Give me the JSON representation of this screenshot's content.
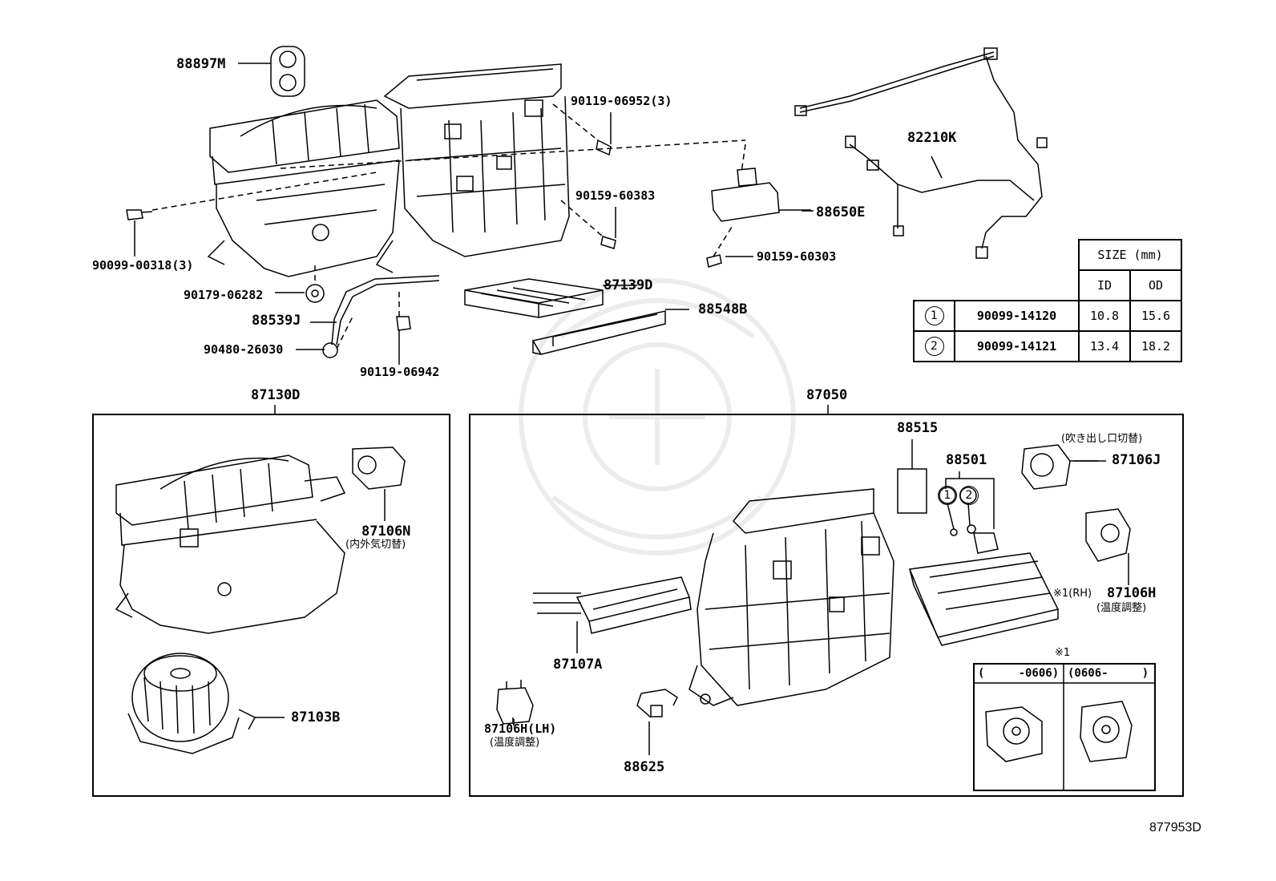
{
  "labels": {
    "p88897M": "88897M",
    "p90119_06952": "90119-06952(3)",
    "p82210K": "82210K",
    "p90159_60383": "90159-60383",
    "p88650E": "88650E",
    "p90159_60303": "90159-60303",
    "p90099_00318": "90099-00318(3)",
    "p90179_06282": "90179-06282",
    "p87139D": "87139D",
    "p88548B": "88548B",
    "p88539J": "88539J",
    "p90480_26030": "90480-26030",
    "p90119_06942": "90119-06942",
    "p87130D": "87130D",
    "p87050": "87050",
    "p87106N": "87106N",
    "p87106N_note": "(内外気切替)",
    "p87103B": "87103B",
    "p88515": "88515",
    "p88501": "88501",
    "p87106J": "87106J",
    "p87106J_note": "(吹き出し口切替)",
    "p87106H": "87106H",
    "p87106H_ref": "※1(RH)",
    "p87106H_note": "(温度調整)",
    "p87107A": "87107A",
    "p87106H_LH": "87106H(LH)",
    "p87106H_LH_note": "(温度調整)",
    "p88625": "88625",
    "circle1": "1",
    "circle2": "2",
    "footnote_mark": "※1",
    "rev_before": "(     -0606)",
    "rev_after": "(0606-     )",
    "diagram_id": "877953D"
  },
  "size_table": {
    "header": "SIZE (mm)",
    "col_id": "ID",
    "col_od": "OD",
    "rows": [
      {
        "mark": "1",
        "part": "90099-14120",
        "id": "10.8",
        "od": "15.6"
      },
      {
        "mark": "2",
        "part": "90099-14121",
        "id": "13.4",
        "od": "18.2"
      }
    ]
  }
}
